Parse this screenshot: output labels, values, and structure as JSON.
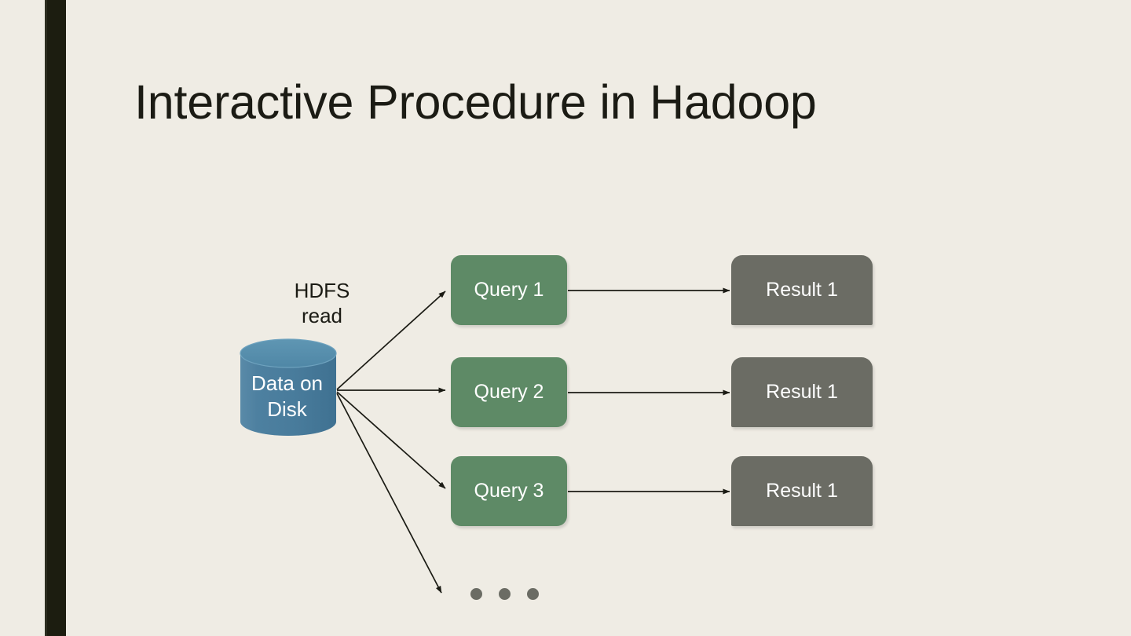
{
  "slide": {
    "title": "Interactive Procedure in Hadoop",
    "background_color": "#efece4",
    "accent_bar_color": "#1c1d10",
    "title_color": "#1b1b14"
  },
  "diagram": {
    "storage": {
      "label_line1": "Data on",
      "label_line2": "Disk",
      "body_color": "#4a7e9e",
      "top_color": "#5a92b0",
      "text_color": "#ffffff"
    },
    "edge_label": {
      "line1": "HDFS",
      "line2": "read"
    },
    "queries": [
      {
        "label": "Query 1"
      },
      {
        "label": "Query 2"
      },
      {
        "label": "Query 3"
      }
    ],
    "results": [
      {
        "label": "Result 1"
      },
      {
        "label": "Result 1"
      },
      {
        "label": "Result 1"
      }
    ],
    "query_color": "#5e8a66",
    "result_color": "#6b6c64",
    "arrow_color": "#1b1b14",
    "ellipsis_dot_count": 3,
    "ellipsis_dot_color": "#6b6c64"
  }
}
